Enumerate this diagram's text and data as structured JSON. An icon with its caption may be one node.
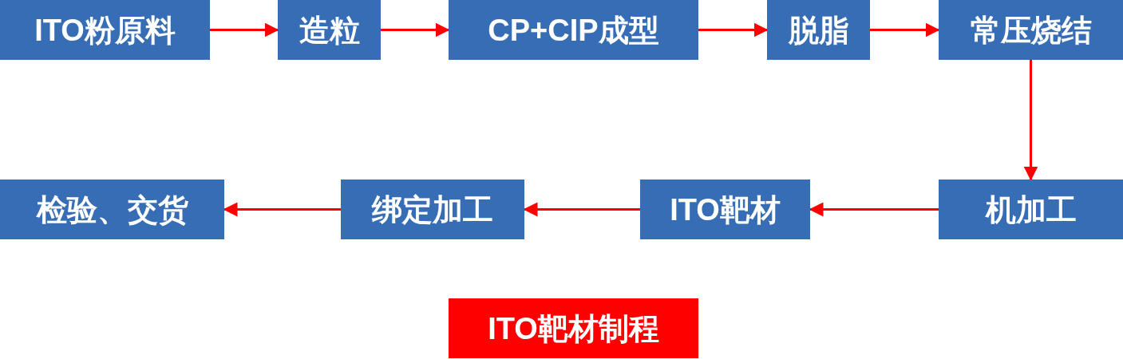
{
  "diagram": {
    "title": "ITO靶材制程",
    "nodes": [
      {
        "text": [
          "ITO粉原料"
        ]
      },
      {
        "text": [
          "造粒"
        ]
      },
      {
        "text": [
          "CP+CIP成型"
        ]
      },
      {
        "text": [
          "脱脂"
        ]
      },
      {
        "text": [
          "常压烧结"
        ]
      },
      {
        "text": [
          "机加工"
        ]
      },
      {
        "text": [
          "ITO靶材"
        ]
      },
      {
        "text": [
          "绑定加工"
        ]
      },
      {
        "text": [
          "检验、交货"
        ]
      }
    ],
    "edges": [
      {
        "from": 0,
        "to": 1,
        "arrow": "to"
      },
      {
        "from": 1,
        "to": 2,
        "arrow": "to"
      },
      {
        "from": 2,
        "to": 3,
        "arrow": "to"
      },
      {
        "from": 3,
        "to": 4,
        "arrow": "to"
      },
      {
        "from": 4,
        "to": 5,
        "arrow": "to"
      },
      {
        "from": 5,
        "to": 6,
        "arrow": "to"
      },
      {
        "from": 6,
        "to": 7,
        "arrow": "to"
      },
      {
        "from": 7,
        "to": 8,
        "arrow": "to"
      }
    ]
  }
}
